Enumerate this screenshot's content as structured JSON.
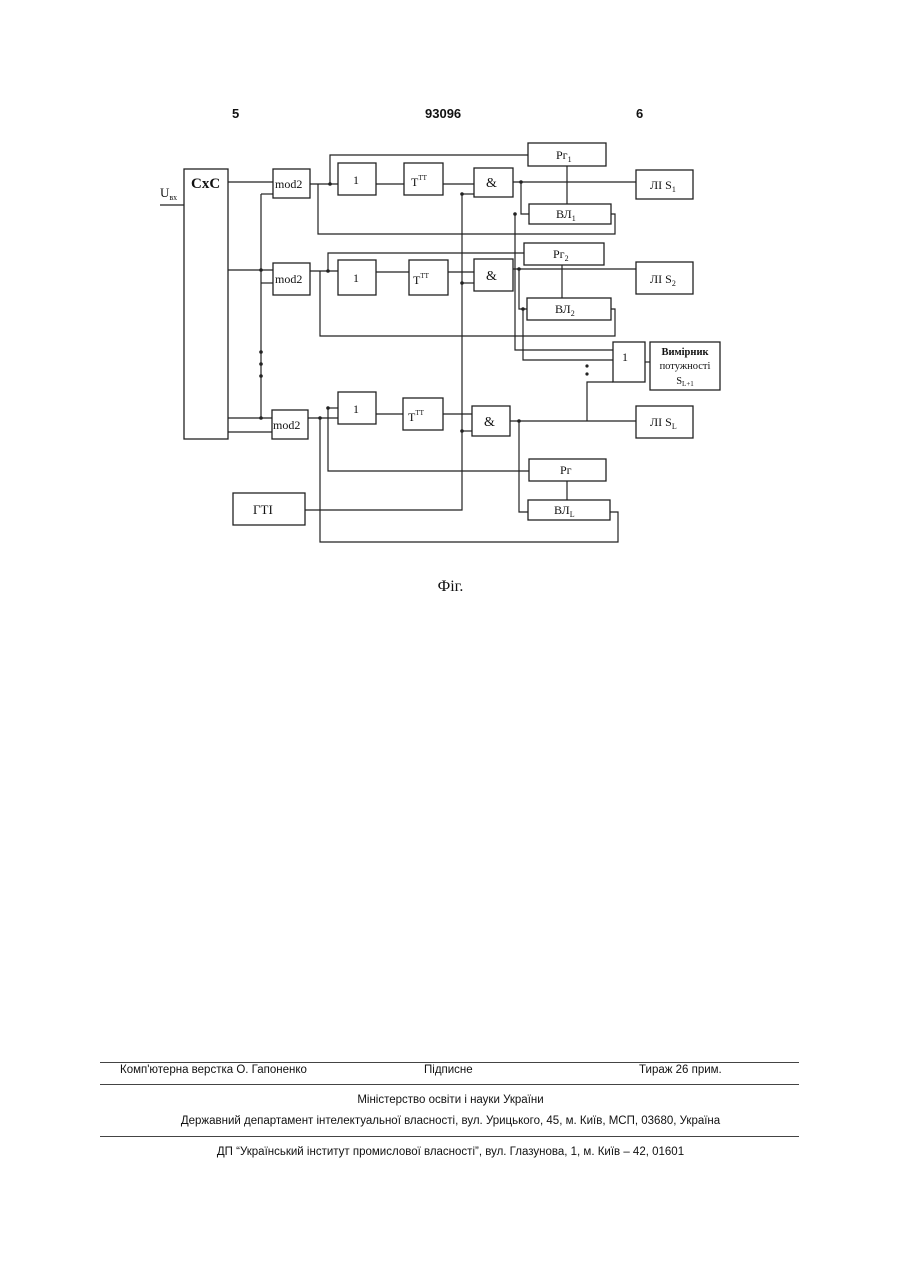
{
  "header": {
    "page_left": "5",
    "patent_number": "93096",
    "page_right": "6"
  },
  "diagram": {
    "input_label": "U",
    "input_sub": "вх",
    "cxc": "СхС",
    "mod2": "mod2",
    "block_one": "1",
    "trigger": "T",
    "trigger_sup": "ТТ",
    "and_gate": "&",
    "pr_1": "Рг",
    "pr_1_sub": "1",
    "pr_2": "Рг",
    "pr_2_sub": "2",
    "pr_l": "Рг",
    "vl_1": "ВЛ",
    "vl_1_sub": "1",
    "vl_2": "ВЛ",
    "vl_2_sub": "2",
    "vl_l": "ВЛ",
    "vl_l_sub": "L",
    "li_1": "ЛІ S",
    "li_1_sub": "1",
    "li_2": "ЛІ S",
    "li_2_sub": "2",
    "li_l": "ЛІ S",
    "li_l_sub": "L",
    "or_block": "1",
    "meter_line1": "Вимірник",
    "meter_line2": "потужності",
    "meter_line3": "S",
    "meter_sub": "L+1",
    "gti": "ГТІ"
  },
  "caption": "Фіг.",
  "footer": {
    "layout": "Комп'ютерна верстка О. Гапоненко",
    "signed": "Підписне",
    "print_run": "Тираж 26 прим.",
    "ministry": "Міністерство освіти і науки України",
    "department": "Державний департамент інтелектуальної власності, вул. Урицького, 45, м. Київ, МСП, 03680, Україна",
    "institute": "ДП “Український інститут промислової власності”, вул. Глазунова, 1, м. Київ – 42, 01601"
  }
}
